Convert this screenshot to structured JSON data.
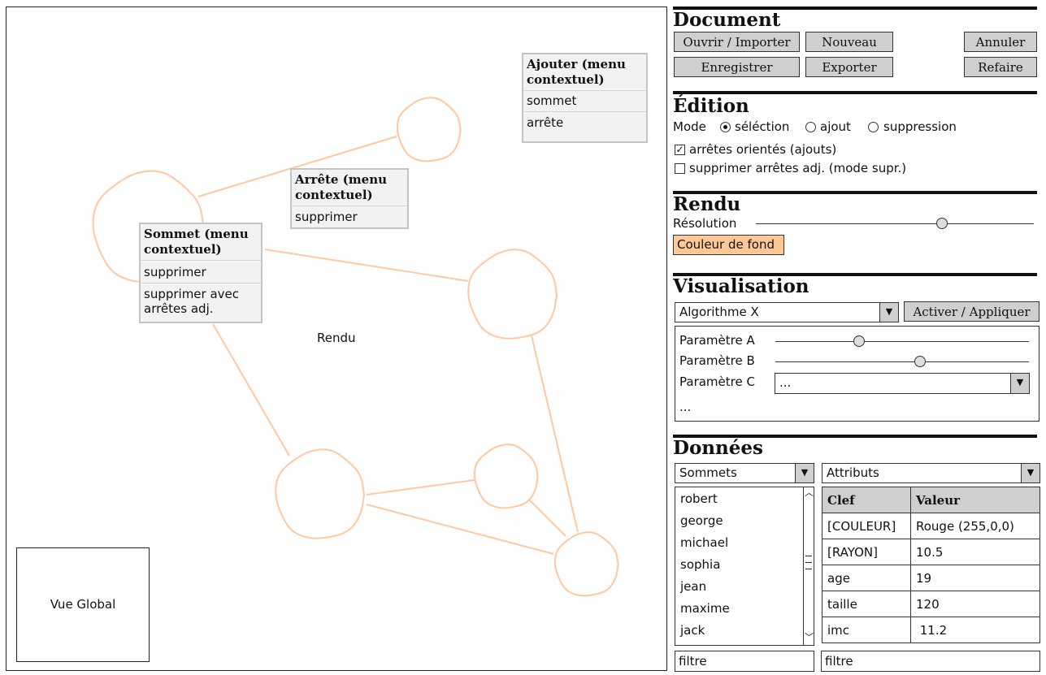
{
  "canvas": {
    "center_label": "Rendu",
    "node_color": "#ffc8a0",
    "overview_label": "Vue Global",
    "menus": {
      "add": {
        "title": "Ajouter (menu contextuel)",
        "items": [
          "sommet",
          "arrête"
        ]
      },
      "edge": {
        "title": "Arrête (menu contextuel)",
        "items": [
          "supprimer"
        ]
      },
      "vertex": {
        "title": "Sommet (menu contextuel)",
        "items": [
          "supprimer",
          "supprimer avec arrêtes adj."
        ]
      }
    }
  },
  "document": {
    "title": "Document",
    "open": "Ouvrir / Importer",
    "new": "Nouveau",
    "undo": "Annuler",
    "save": "Enregistrer",
    "export": "Exporter",
    "redo": "Refaire"
  },
  "edition": {
    "title": "Édition",
    "mode_label": "Mode",
    "mode_selection": "séléction",
    "mode_add": "ajout",
    "mode_delete": "suppression",
    "opt_oriented": "arrêtes orientés (ajouts)",
    "opt_delete_adj": "supprimer arrêtes adj. (mode supr.)",
    "oriented_checked": true,
    "delete_adj_checked": false
  },
  "rendu": {
    "title": "Rendu",
    "resolution_label": "Résolution",
    "resolution_value": 0.67,
    "bg_color_button": "Couleur de fond",
    "bg_color": "#ffc896"
  },
  "visualisation": {
    "title": "Visualisation",
    "algorithm": "Algorithme X",
    "apply_button": "Activer / Appliquer",
    "param_a_label": "Paramètre A",
    "param_a_value": 0.33,
    "param_b_label": "Paramètre B",
    "param_b_value": 0.57,
    "param_c_label": "Paramètre C",
    "param_c_value": "...",
    "more": "..."
  },
  "donnees": {
    "title": "Données",
    "list_select": "Sommets",
    "attr_select": "Attributs",
    "names": [
      "robert",
      "george",
      "michael",
      "sophia",
      "jean",
      "maxime",
      "jack"
    ],
    "table_headers": [
      "Clef",
      "Valeur"
    ],
    "table_rows": [
      [
        "[COULEUR]",
        "Rouge (255,0,0)"
      ],
      [
        "[RAYON]",
        "10.5"
      ],
      [
        "age",
        "19"
      ],
      [
        "taille",
        "120"
      ],
      [
        "imc",
        " 11.2"
      ]
    ],
    "filter_left": "filtre",
    "filter_right": "filtre"
  }
}
